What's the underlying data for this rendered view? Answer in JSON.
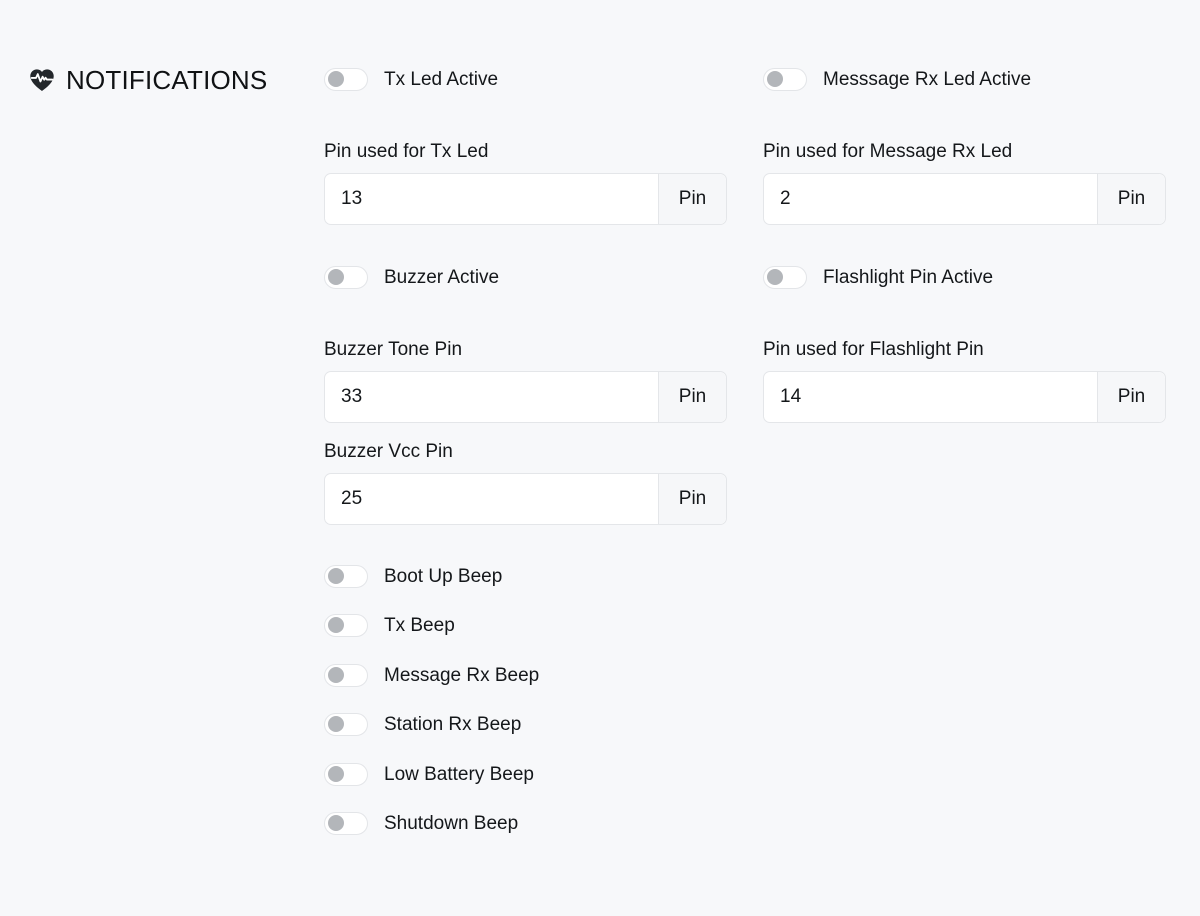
{
  "section": {
    "title": "NOTIFICATIONS",
    "icon": "heart-pulse-icon"
  },
  "colors": {
    "background": "#f7f8fa",
    "surface": "#ffffff",
    "addon_background": "#f6f7f9",
    "border": "#e4e6e9",
    "text": "#14171a",
    "toggle_knob_off": "#b3b6ba"
  },
  "left_column": {
    "tx_led_active": {
      "label": "Tx Led Active",
      "state": "off"
    },
    "tx_led_pin": {
      "label": "Pin used for Tx Led",
      "value": "13",
      "unit": "Pin"
    },
    "buzzer_active": {
      "label": "Buzzer Active",
      "state": "off"
    },
    "buzzer_tone_pin": {
      "label": "Buzzer Tone Pin",
      "value": "33",
      "unit": "Pin"
    },
    "buzzer_vcc_pin": {
      "label": "Buzzer Vcc Pin",
      "value": "25",
      "unit": "Pin"
    },
    "beeps": [
      {
        "label": "Boot Up Beep",
        "state": "off"
      },
      {
        "label": "Tx Beep",
        "state": "off"
      },
      {
        "label": "Message Rx Beep",
        "state": "off"
      },
      {
        "label": "Station Rx Beep",
        "state": "off"
      },
      {
        "label": "Low Battery Beep",
        "state": "off"
      },
      {
        "label": "Shutdown Beep",
        "state": "off"
      }
    ]
  },
  "right_column": {
    "message_rx_led_active": {
      "label": "Messsage Rx Led Active",
      "state": "off"
    },
    "message_rx_led_pin": {
      "label": "Pin used for Message Rx Led",
      "value": "2",
      "unit": "Pin"
    },
    "flashlight_pin_active": {
      "label": "Flashlight Pin Active",
      "state": "off"
    },
    "flashlight_pin": {
      "label": "Pin used for Flashlight Pin",
      "value": "14",
      "unit": "Pin"
    }
  }
}
